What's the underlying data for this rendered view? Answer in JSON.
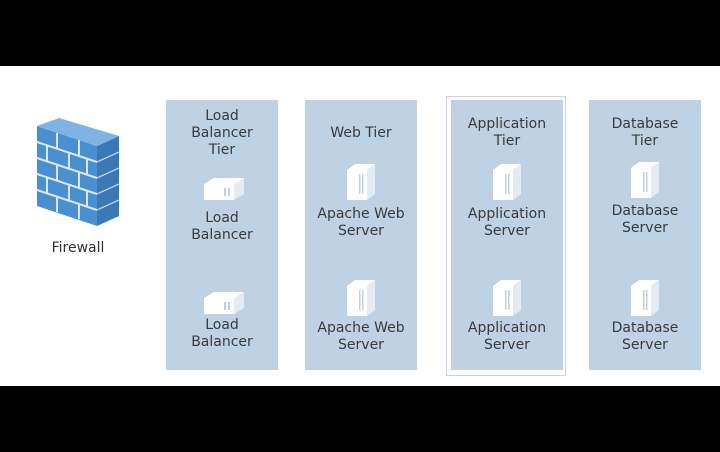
{
  "firewall": {
    "label": "Firewall",
    "icon": "firewall-icon"
  },
  "tiers": [
    {
      "title": "Load\nBalancer\nTier",
      "items": [
        "Load\nBalancer",
        "Load\nBalancer"
      ],
      "icon": "load-balancer-icon"
    },
    {
      "title": "Web Tier",
      "items": [
        "Apache Web\nServer",
        "Apache Web\nServer"
      ],
      "icon": "server-icon"
    },
    {
      "title": "Application\nTier",
      "items": [
        "Application\nServer",
        "Application\nServer"
      ],
      "icon": "server-icon"
    },
    {
      "title": "Database\nTier",
      "items": [
        "Database\nServer",
        "Database\nServer"
      ],
      "icon": "server-icon"
    }
  ],
  "colors": {
    "tier_fill": "#bfd2e3",
    "icon_fill": "#ffffff",
    "firewall_blue": "#4a8fd0"
  }
}
